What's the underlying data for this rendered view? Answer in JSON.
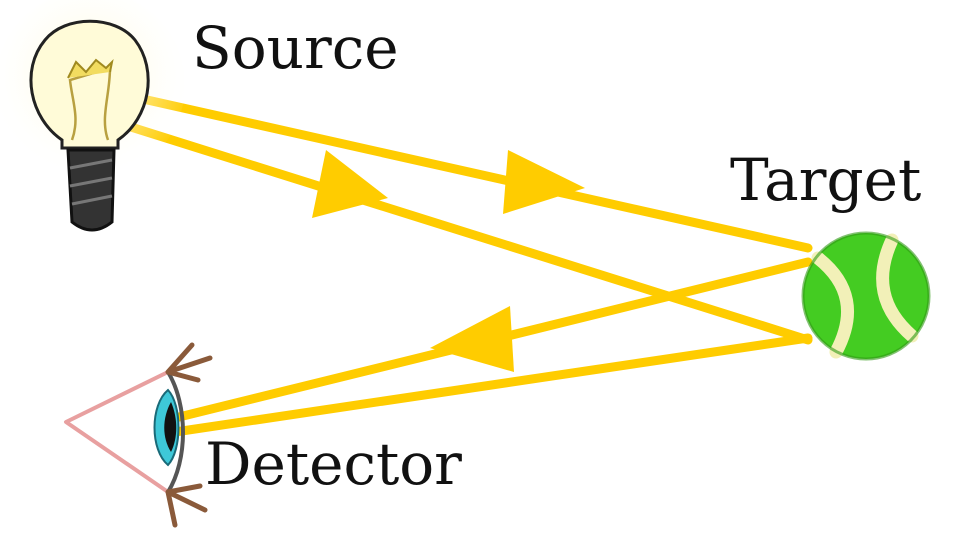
{
  "labels": {
    "source": "Source",
    "target": "Target",
    "detector": "Detector"
  },
  "icons": {
    "source": "light-bulb-icon",
    "target": "tennis-ball-icon",
    "detector": "eye-icon"
  },
  "colors": {
    "ray": "#ffcc00",
    "bulb_glow": "#fff7b0",
    "bulb_base": "#333333",
    "ball": "#44cc22",
    "ball_seam": "#f2f0b8",
    "eye_outline": "#e8a0a0",
    "iris": "#3ec8d8",
    "lashes": "#8a5a3a"
  }
}
